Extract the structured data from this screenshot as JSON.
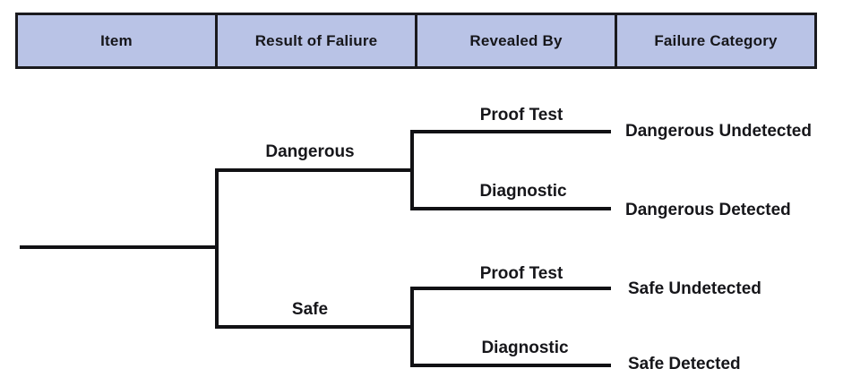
{
  "header": {
    "columns": [
      {
        "id": "item",
        "label": "Item"
      },
      {
        "id": "result_of_failure",
        "label": "Result of Faliure"
      },
      {
        "id": "revealed_by",
        "label": "Revealed By"
      },
      {
        "id": "failure_category",
        "label": "Failure Category"
      }
    ]
  },
  "tree": {
    "dangerous": {
      "label": "Dangerous",
      "proof_test": {
        "label": "Proof Test",
        "outcome": "Dangerous Undetected"
      },
      "diagnostic": {
        "label": "Diagnostic",
        "outcome": "Dangerous Detected"
      }
    },
    "safe": {
      "label": "Safe",
      "proof_test": {
        "label": "Proof Test",
        "outcome": "Safe Undetected"
      },
      "diagnostic": {
        "label": "Diagnostic",
        "outcome": "Safe Detected"
      }
    }
  },
  "colors": {
    "header_fill": "#b9c3e6",
    "border": "#1a1a1e",
    "line": "#111114",
    "text": "#16161a",
    "background": "#ffffff"
  }
}
